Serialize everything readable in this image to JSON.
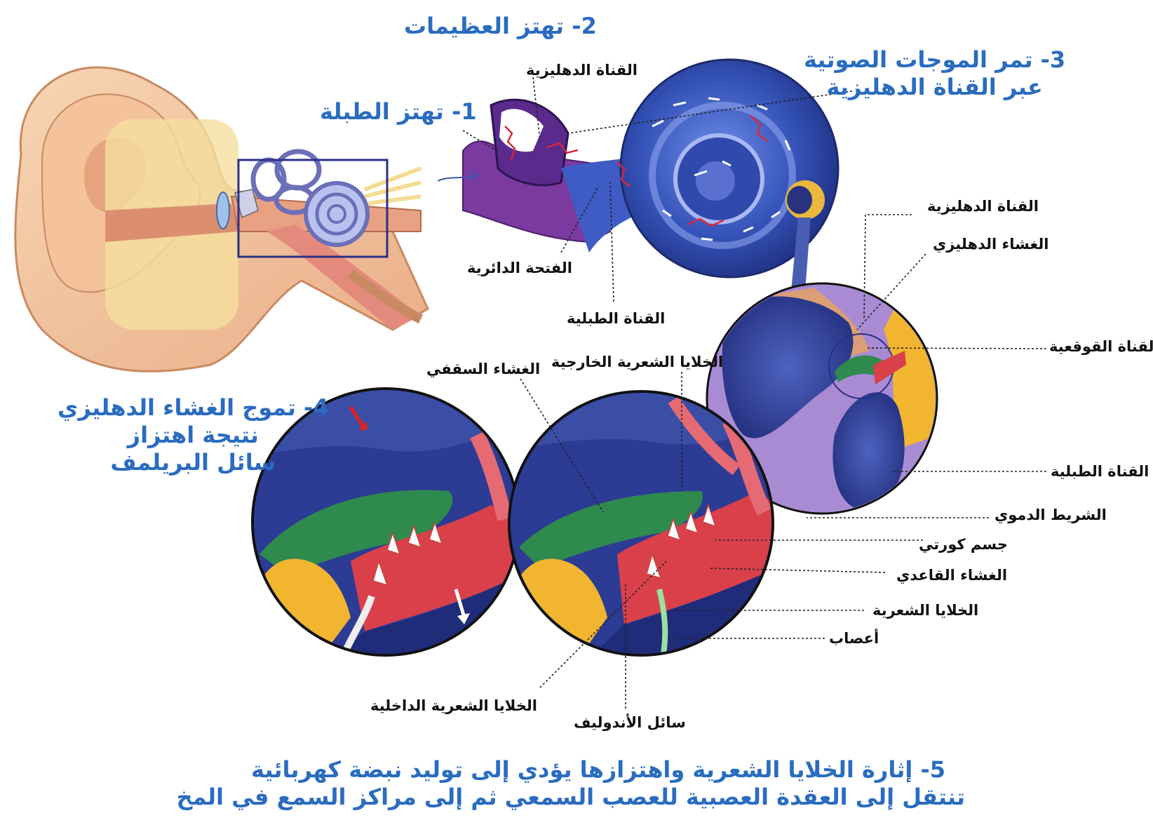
{
  "colors": {
    "step_text": "#2a6cc0",
    "label_text": "#111111",
    "cochlea_blue": "#2c48a8",
    "membrane_green": "#2f8a4e",
    "hair_cell_red": "#d9404a",
    "bone_yellow": "#f0b93a",
    "skin": "#f2c9a4",
    "frame_navy": "#2b2f86"
  },
  "steps": {
    "s1": "1- تهتز الطبلة",
    "s2": "2- تهتز العظيمات",
    "s3": [
      "3- تمر الموجات الصوتية",
      "عبر القناة الدهليزية"
    ],
    "s4": [
      "4- تموج الغشاء الدهليزي",
      "نتيجة اهتزاز",
      "سائل البريلمف"
    ],
    "s5": [
      "5- إثارة الخلايا الشعرية واهتزازها يؤدي إلى توليد نبضة كهربائية",
      "تنتقل إلى العقدة العصبية للعصب السمعي ثم إلى مراكز السمع في المخ"
    ]
  },
  "labels": {
    "vestibular_canal_top": "القناة الدهليزية",
    "round_window": "الفتحة الدائرية",
    "tympanic_canal_mid": "القناة الطبلية",
    "vestibular_canal_right": "القناة الدهليزية",
    "vestibular_membrane": "الغشاء الدهليزي",
    "cochlear_duct": "القناة القوقعية",
    "tympanic_canal_right": "القناة الطبلية",
    "stria_vascularis": "الشريط الدموي",
    "organ_of_corti": "جسم كورتي",
    "basilar_membrane": "الغشاء القاعدي",
    "hair_cells": "الخلايا الشعرية",
    "nerves": "أعصاب",
    "tectorial_membrane": "الغشاء السقفي",
    "outer_hair_cells": "الخلايا الشعرية الخارجية",
    "inner_hair_cells": "الخلايا الشعرية الداخلية",
    "endolymph": "سائل الأندوليف"
  }
}
